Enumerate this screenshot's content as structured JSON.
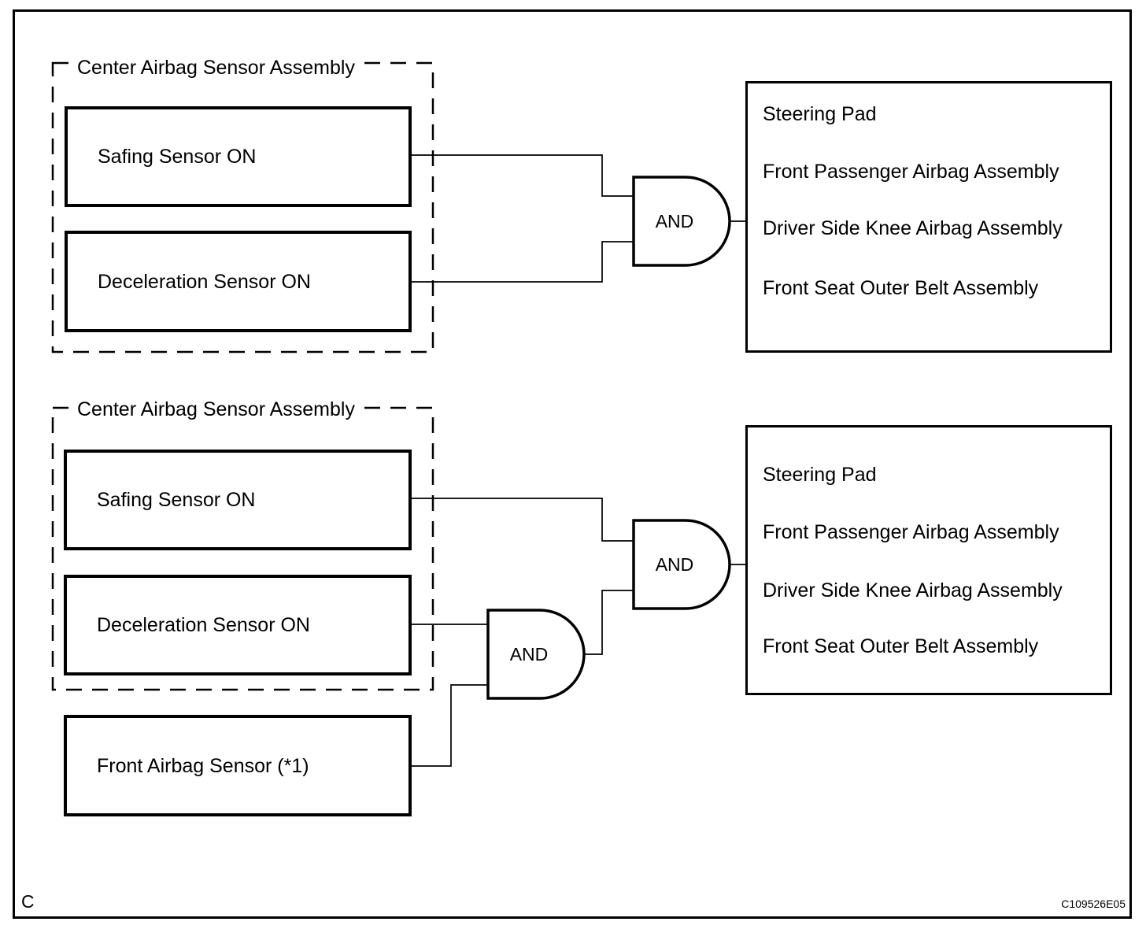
{
  "diagram": {
    "corner_label": "C",
    "figure_code": "C109526E05",
    "gate_label": "AND",
    "colors": {
      "ink": "#000000",
      "paper": "#ffffff"
    },
    "sections": [
      {
        "container_title": "Center Airbag Sensor Assembly",
        "sensors": [
          "Safing Sensor ON",
          "Deceleration Sensor ON"
        ],
        "outputs": [
          "Steering Pad",
          "Front Passenger Airbag Assembly",
          "Driver Side Knee Airbag Assembly",
          "Front Seat Outer Belt Assembly"
        ]
      },
      {
        "container_title": "Center Airbag Sensor Assembly",
        "sensors": [
          "Safing Sensor ON",
          "Deceleration Sensor ON"
        ],
        "external_sensor": "Front Airbag Sensor (*1)",
        "outputs": [
          "Steering Pad",
          "Front Passenger Airbag Assembly",
          "Driver Side Knee Airbag Assembly",
          "Front Seat Outer Belt Assembly"
        ]
      }
    ]
  }
}
